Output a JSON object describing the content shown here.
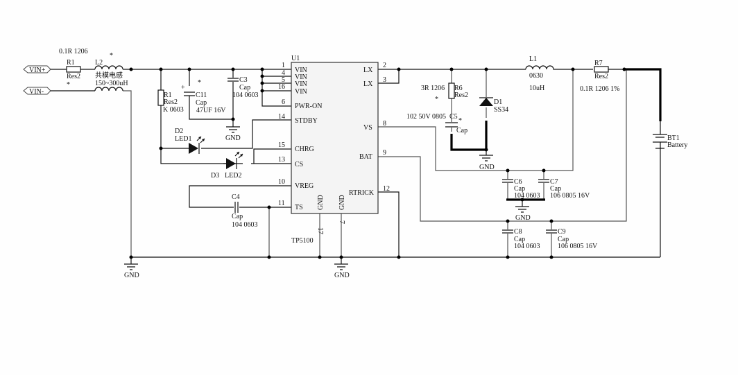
{
  "ports": [
    {
      "id": "vin_plus",
      "label": "VIN+"
    },
    {
      "id": "vin_minus",
      "label": "VIN-"
    }
  ],
  "chip": {
    "ref": "U1",
    "part": "TP5100",
    "left_pins": [
      {
        "num": "1",
        "name": "VIN"
      },
      {
        "num": "4",
        "name": "VIN"
      },
      {
        "num": "5",
        "name": "VIN"
      },
      {
        "num": "16",
        "name": "VIN"
      },
      {
        "num": "6",
        "name": "PWR-ON"
      },
      {
        "num": "14",
        "name": "STDBY"
      },
      {
        "num": "15",
        "name": "CHRG"
      },
      {
        "num": "13",
        "name": "CS"
      },
      {
        "num": "10",
        "name": "VREG"
      },
      {
        "num": "11",
        "name": "TS"
      }
    ],
    "right_pins": [
      {
        "num": "2",
        "name": "LX"
      },
      {
        "num": "3",
        "name": "LX"
      },
      {
        "num": "8",
        "name": "VS"
      },
      {
        "num": "9",
        "name": "BAT"
      },
      {
        "num": "12",
        "name": "RTRICK"
      }
    ],
    "bottom_pins": [
      {
        "num": "17",
        "name": "GND"
      },
      {
        "num": "7",
        "name": "GND"
      }
    ]
  },
  "components": {
    "R1_in": {
      "ref": "R1",
      "type": "Res2",
      "value": "0.1R 1206"
    },
    "L2": {
      "ref": "L2",
      "type": "共模电感",
      "value": "150~300uH",
      "mark": "*"
    },
    "R1_pd": {
      "ref": "R1",
      "type": "Res2",
      "value": "K 0603"
    },
    "C11": {
      "ref": "C11",
      "type": "Cap",
      "value": "47UF 16V",
      "mark": "*",
      "polarity": "+"
    },
    "C3": {
      "ref": "C3",
      "type": "Cap",
      "value": "104 0603"
    },
    "D2": {
      "ref": "D2",
      "type": "LED1"
    },
    "D3": {
      "ref": "D3",
      "type": "LED2"
    },
    "C4": {
      "ref": "C4",
      "type": "Cap",
      "value": "104 0603"
    },
    "R6": {
      "ref": "R6",
      "type": "Res2",
      "value": "3R 1206",
      "mark": "*"
    },
    "C5": {
      "ref": "C5",
      "type": "Cap",
      "value": "102 50V 0805",
      "mark": "*"
    },
    "D1": {
      "ref": "D1",
      "type": "SS34"
    },
    "L1": {
      "ref": "L1",
      "type": "0630",
      "value": "10uH"
    },
    "R7": {
      "ref": "R7",
      "type": "Res2",
      "value": "0.1R 1206 1%"
    },
    "BT1": {
      "ref": "BT1",
      "type": "Battery"
    },
    "C6": {
      "ref": "C6",
      "type": "Cap",
      "value": "104 0603"
    },
    "C7": {
      "ref": "C7",
      "type": "Cap",
      "value": "106 0805 16V"
    },
    "C8": {
      "ref": "C8",
      "type": "Cap",
      "value": "104 0603"
    },
    "C9": {
      "ref": "C9",
      "type": "Cap",
      "value": "106 0805 16V"
    }
  },
  "gnd_label": "GND",
  "star": "*"
}
